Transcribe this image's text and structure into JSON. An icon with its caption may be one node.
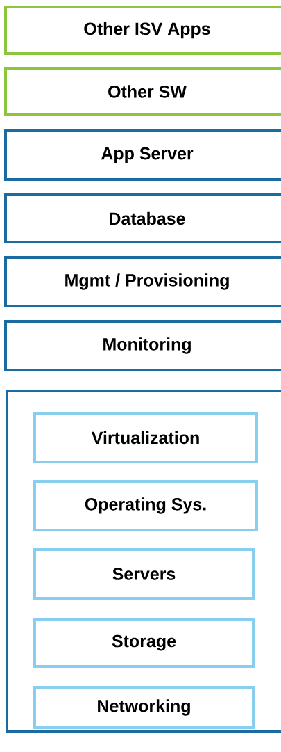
{
  "diagram": {
    "nodes": [
      {
        "text": [
          "Other ISV Apps"
        ]
      },
      {
        "text": [
          "Other SW"
        ]
      },
      {
        "text": [
          "App Server"
        ]
      },
      {
        "text": [
          "Database"
        ]
      },
      {
        "text": [
          "Mgmt / Provisioning"
        ]
      },
      {
        "text": [
          "Monitoring"
        ]
      },
      {
        "text": [],
        "shape": "box"
      },
      {
        "text": [
          "Virtualization"
        ],
        "in": 6
      },
      {
        "text": [
          "Operating Sys."
        ],
        "in": 6
      },
      {
        "text": [
          "Servers"
        ],
        "in": 6
      },
      {
        "text": [
          "Storage"
        ],
        "in": 6
      },
      {
        "text": [
          "Networking"
        ],
        "in": 6
      }
    ]
  }
}
